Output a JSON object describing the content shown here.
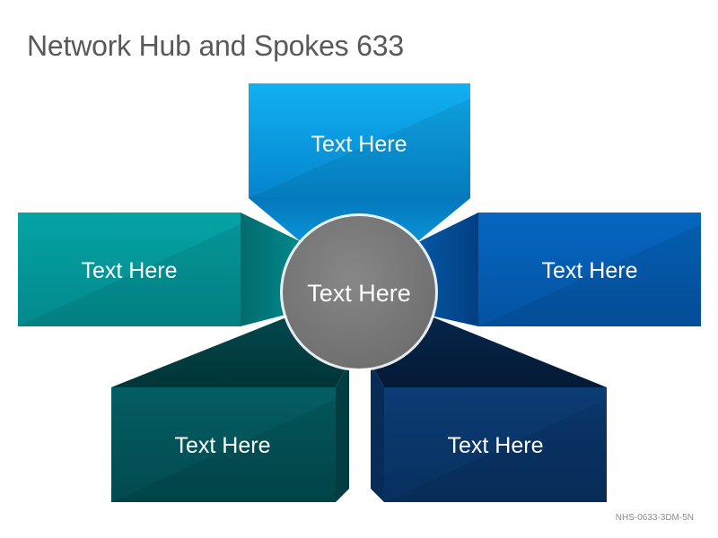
{
  "title": "Network Hub and Spokes 633",
  "hub": {
    "label": "Text Here",
    "color": "#7a7a7a"
  },
  "spokes": {
    "top": {
      "label": "Text Here",
      "color": "#0aa4e6"
    },
    "left": {
      "label": "Text Here",
      "color": "#03999b"
    },
    "right": {
      "label": "Text Here",
      "color": "#0561b8"
    },
    "bottom_left": {
      "label": "Text Here",
      "color": "#035a60"
    },
    "bottom_right": {
      "label": "Text Here",
      "color": "#0b3a70"
    }
  },
  "slide_code": "NHS-0633-3DM-5N"
}
